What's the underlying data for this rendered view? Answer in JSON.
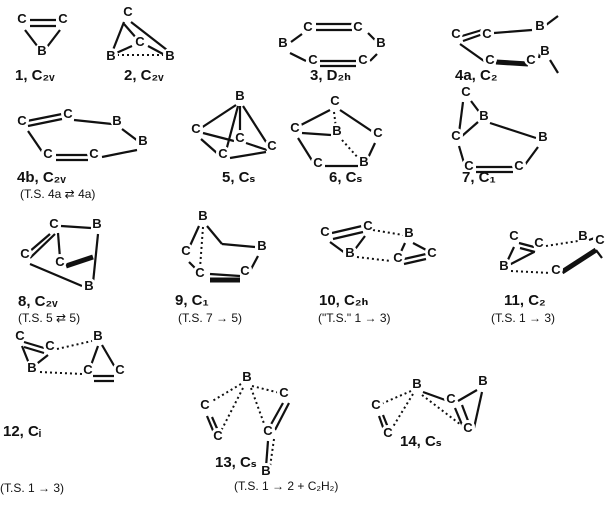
{
  "atoms": {
    "c": "C",
    "b": "B"
  },
  "molecules": [
    {
      "id": "1",
      "label": "1, C₂ᵥ",
      "note": ""
    },
    {
      "id": "2",
      "label": "2, C₂ᵥ",
      "note": ""
    },
    {
      "id": "3",
      "label": "3, D₂ₕ",
      "note": ""
    },
    {
      "id": "4a",
      "label": "4a, C₂",
      "note": ""
    },
    {
      "id": "4b",
      "label": "4b, C₂ᵥ",
      "note": "(T.S. 4a ⇄ 4a)"
    },
    {
      "id": "5",
      "label": "5, Cₛ",
      "note": ""
    },
    {
      "id": "6",
      "label": "6, Cₛ",
      "note": ""
    },
    {
      "id": "7",
      "label": "7, C₁",
      "note": ""
    },
    {
      "id": "8",
      "label": "8, C₂ᵥ",
      "note": "(T.S. 5 ⇄ 5)"
    },
    {
      "id": "9",
      "label": "9, C₁",
      "note": "(T.S. 7 → 5)"
    },
    {
      "id": "10",
      "label": "10, C₂ₕ",
      "note": "(\"T.S.\" 1 → 3)"
    },
    {
      "id": "11",
      "label": "11, C₂",
      "note": "(T.S. 1 → 3)"
    },
    {
      "id": "12",
      "label": "12, Cᵢ",
      "note": "(T.S. 1 → 3)"
    },
    {
      "id": "13",
      "label": "13, Cₛ",
      "note": "(T.S. 1 → 2 + C₂H₂)"
    },
    {
      "id": "14",
      "label": "14, Cₛ",
      "note": ""
    }
  ]
}
